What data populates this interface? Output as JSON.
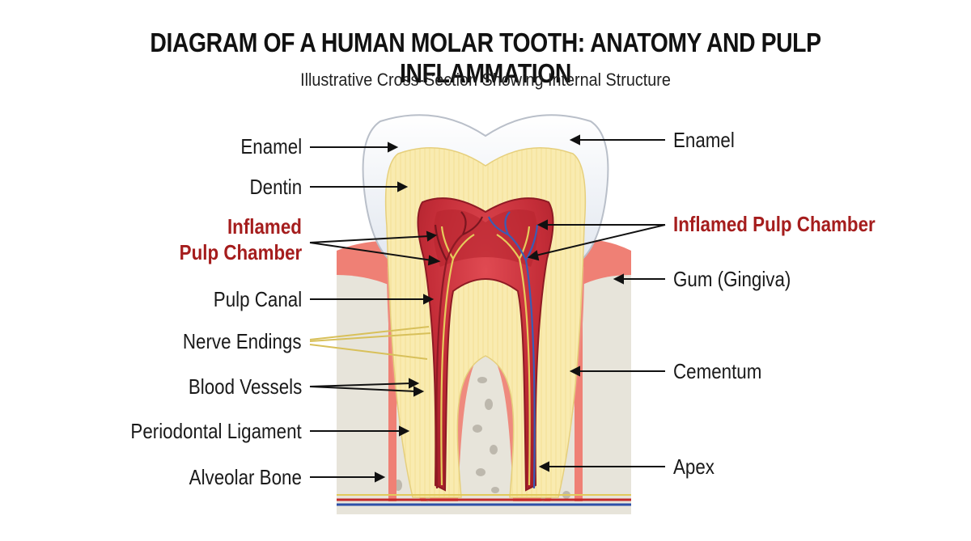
{
  "title": "DIAGRAM OF A HUMAN MOLAR TOOTH: ANATOMY AND PULP INFLAMMATION",
  "subtitle": "Illustrative Cross-Section Showing Internal Structure",
  "labels": {
    "left": {
      "enamel": "Enamel",
      "dentin": "Dentin",
      "inflamed_line1": "Inflamed",
      "inflamed_line2": "Pulp Chamber",
      "pulp_canal": "Pulp Canal",
      "nerve_endings": "Nerve Endings",
      "blood_vessels": "Blood Vessels",
      "periodontal_ligament": "Periodontal Ligament",
      "alveolar_bone": "Alveolar Bone"
    },
    "right": {
      "enamel": "Enamel",
      "inflamed": "Inflamed  Pulp Chamber",
      "gum": "Gum (Gingiva)",
      "cementum": "Cementum",
      "apex": "Apex"
    }
  },
  "colors": {
    "enamel": "#eef1f6",
    "dentin": "#f8e8a8",
    "pulp": "#c8303a",
    "gum": "#ef7f72",
    "bone": "#e6e3d8",
    "nerve": "#e2c95a",
    "vessel_blue": "#2c4fa8",
    "vessel_red": "#c22a2a",
    "inflamed_text": "#a51d1d"
  }
}
